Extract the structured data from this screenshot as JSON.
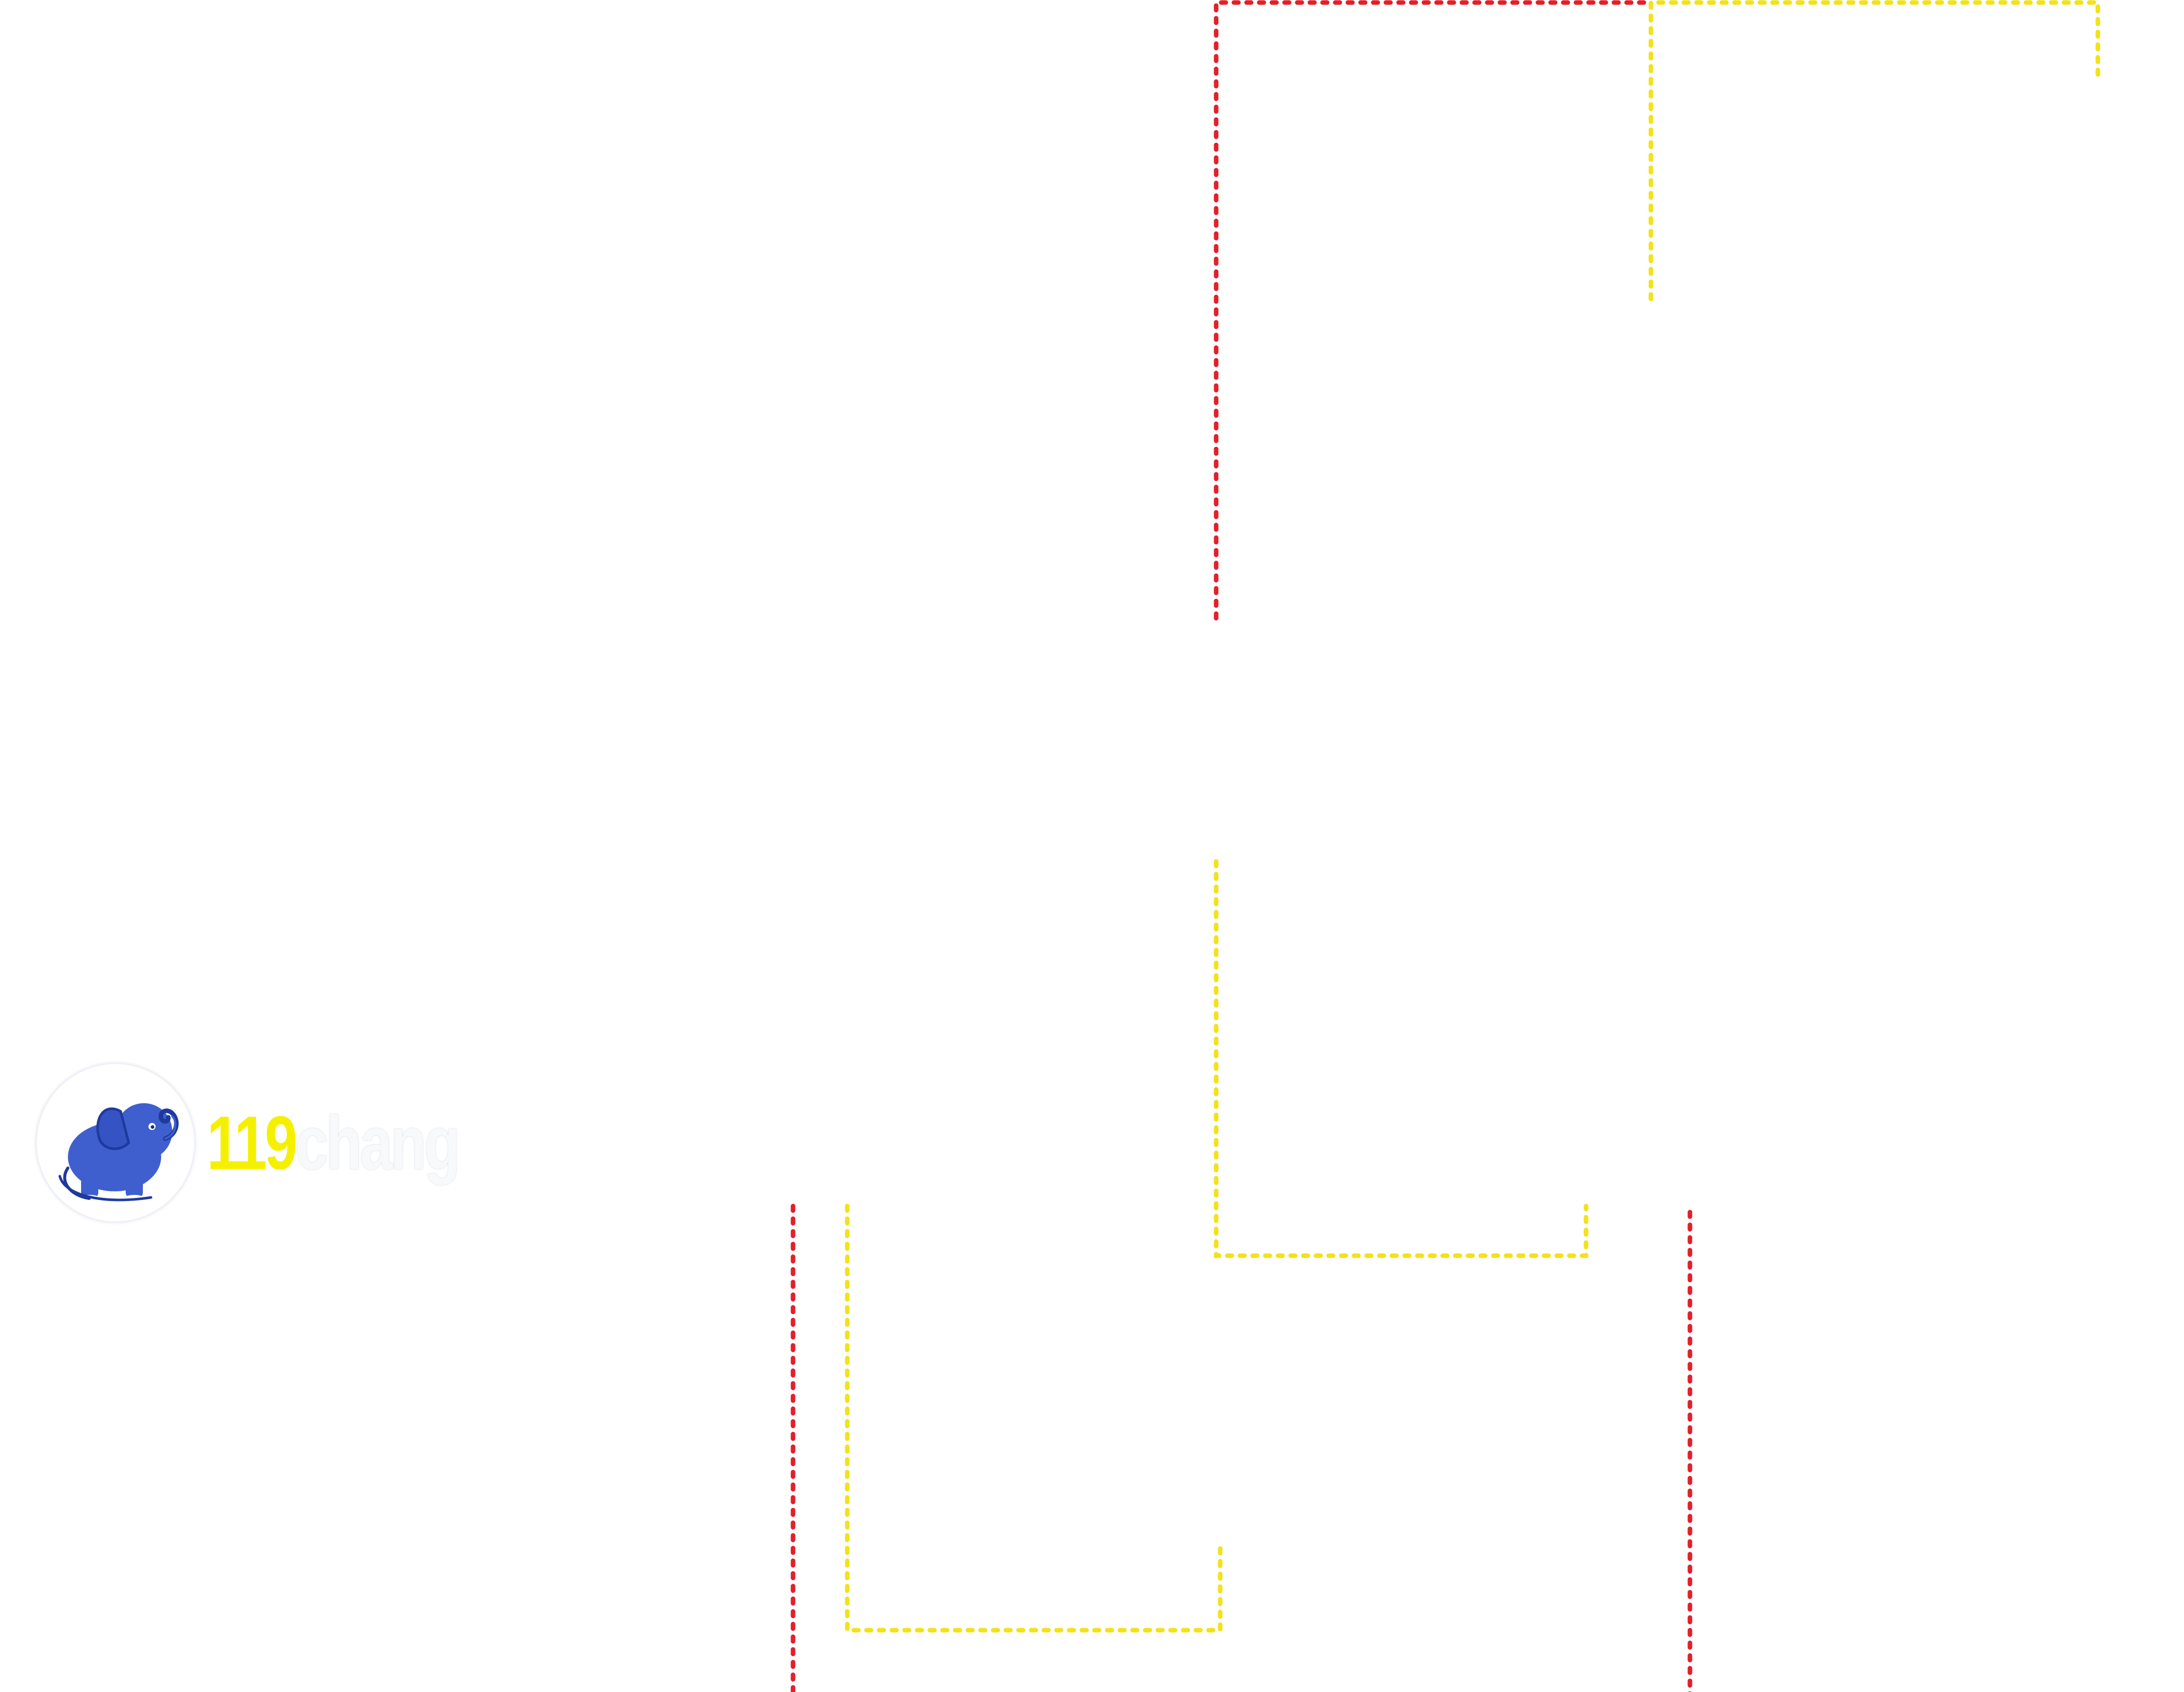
{
  "logo": {
    "icon": "elephant-icon",
    "number_text": "119",
    "word_text": "chang",
    "number_color": "#f5f000",
    "word_color": "#f8f9fb",
    "icon_color": "#3f5fcf",
    "icon_outline_color": "#1f3a9e"
  },
  "dotted_lines": {
    "red_color": "#e2202b",
    "yellow_color": "#f2e21a",
    "style": "dotted"
  }
}
